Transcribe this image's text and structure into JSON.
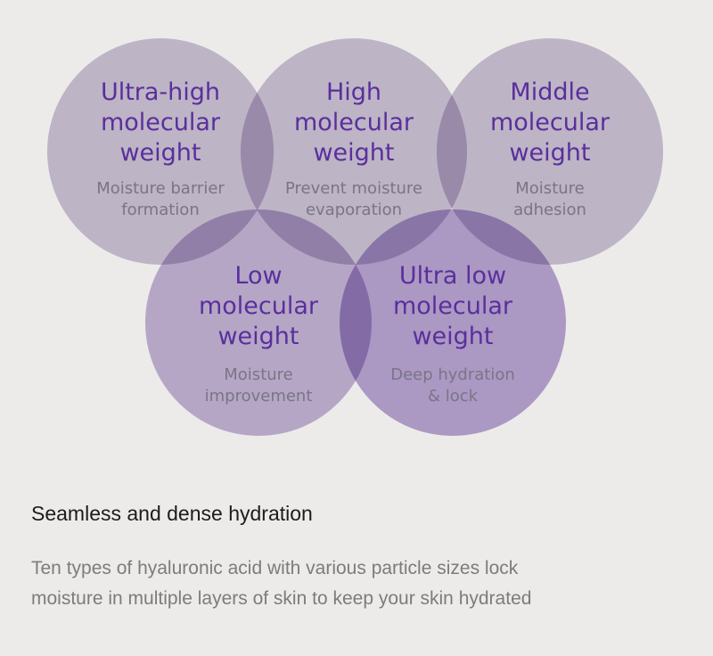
{
  "diagram": {
    "circles": [
      {
        "id": "ultra-high",
        "title_lines": [
          "Ultra-high",
          "molecular",
          "weight"
        ],
        "desc_lines": [
          "Moisture barrier",
          "formation"
        ],
        "color": "#cdc4d9"
      },
      {
        "id": "high",
        "title_lines": [
          "High",
          "molecular",
          "weight"
        ],
        "desc_lines": [
          "Prevent moisture",
          "evaporation"
        ],
        "color": "#cdc4d9"
      },
      {
        "id": "middle",
        "title_lines": [
          "Middle",
          "molecular",
          "weight"
        ],
        "desc_lines": [
          "Moisture",
          "adhesion"
        ],
        "color": "#cdc4d9"
      },
      {
        "id": "low",
        "title_lines": [
          "Low",
          "molecular",
          "weight"
        ],
        "desc_lines": [
          "Moisture",
          "improvement"
        ],
        "color": "#c4b4d9"
      },
      {
        "id": "ultra-low",
        "title_lines": [
          "Ultra low",
          "molecular",
          "weight"
        ],
        "desc_lines": [
          "Deep hydration",
          "& lock"
        ],
        "color": "#b9a5d6"
      }
    ]
  },
  "heading": "Seamless and dense hydration",
  "body": {
    "line1": "Ten types of hyaluronic acid with various particle sizes lock",
    "line2": "moisture in multiple layers of skin to keep your skin hydrated"
  }
}
